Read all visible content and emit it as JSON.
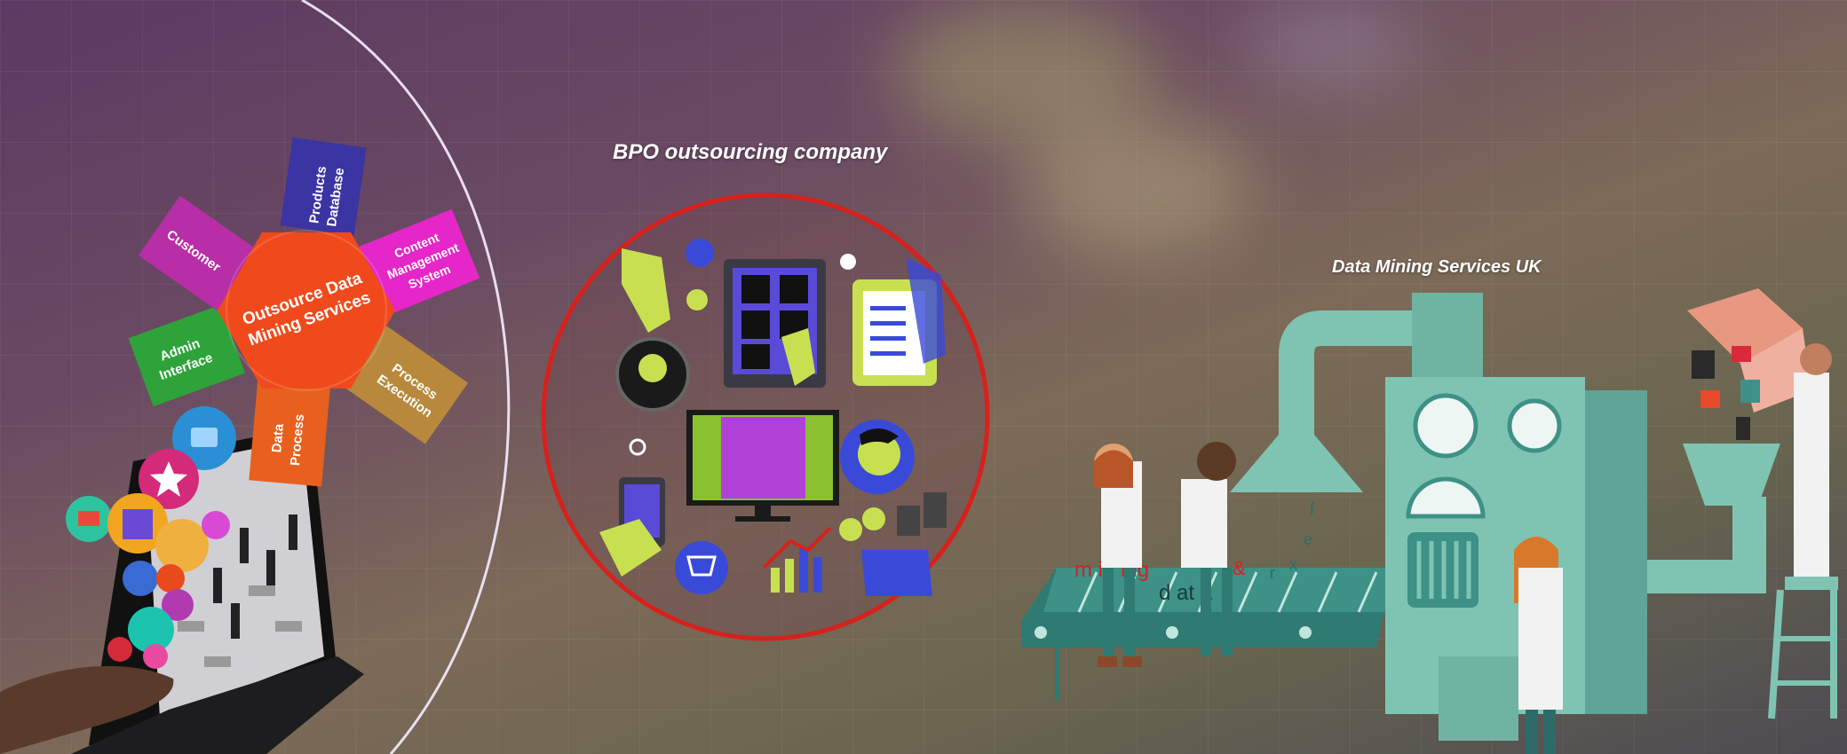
{
  "headings": {
    "bpo": "BPO outsourcing company",
    "data_mining": "Data Mining Services UK"
  },
  "wheel": {
    "center": "Outsource Data Mining Services",
    "center_line1": "Outsource Data",
    "center_line2": "Mining Services",
    "segments": [
      {
        "lines": [
          "Products",
          "Database"
        ],
        "color": "#3b34a3"
      },
      {
        "lines": [
          "Content",
          "Management",
          "System"
        ],
        "color": "#e526c8"
      },
      {
        "lines": [
          "Process",
          "Execution"
        ],
        "color": "#b8893c"
      },
      {
        "lines": [
          "Data",
          "Process"
        ],
        "color": "#e8601d"
      },
      {
        "lines": [
          "Admin",
          "Interface"
        ],
        "color": "#2ea33a"
      },
      {
        "lines": [
          "Customer"
        ],
        "color": "#b82ea6"
      }
    ]
  },
  "belt": {
    "words": [
      "m in ing",
      "d at a",
      "&"
    ]
  },
  "colors": {
    "circle_border": "#d8201c",
    "machine": "#7fc4b2",
    "center": "#f04a1c"
  }
}
